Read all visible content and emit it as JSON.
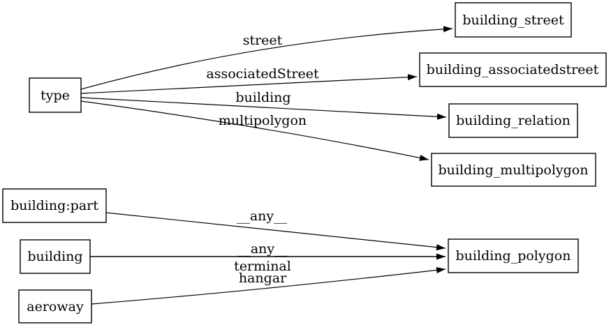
{
  "diagram": {
    "kind": "directed-graph",
    "colors": {
      "background": "#ffffff",
      "node_fill": "#ffffff",
      "line": "#000000",
      "text": "#000000"
    },
    "nodes": [
      {
        "id": "type",
        "label": "type"
      },
      {
        "id": "building_street",
        "label": "building_street"
      },
      {
        "id": "building_associatedstreet",
        "label": "building_associatedstreet"
      },
      {
        "id": "building_relation",
        "label": "building_relation"
      },
      {
        "id": "building_multipolygon",
        "label": "building_multipolygon"
      },
      {
        "id": "building:part",
        "label": "building:part"
      },
      {
        "id": "building",
        "label": "building"
      },
      {
        "id": "aeroway",
        "label": "aeroway"
      },
      {
        "id": "building_polygon",
        "label": "building_polygon"
      }
    ],
    "edges": [
      {
        "from": "type",
        "to": "building_street",
        "label": "street"
      },
      {
        "from": "type",
        "to": "building_associatedstreet",
        "label": "associatedStreet"
      },
      {
        "from": "type",
        "to": "building_relation",
        "label": "building"
      },
      {
        "from": "type",
        "to": "building_multipolygon",
        "label": "multipolygon"
      },
      {
        "from": "building:part",
        "to": "building_polygon",
        "label": "__any__"
      },
      {
        "from": "building",
        "to": "building_polygon",
        "label": "__any__"
      },
      {
        "from": "aeroway",
        "to": "building_polygon",
        "label": "terminal hangar",
        "label_lines": [
          "terminal",
          "hangar"
        ]
      }
    ]
  }
}
